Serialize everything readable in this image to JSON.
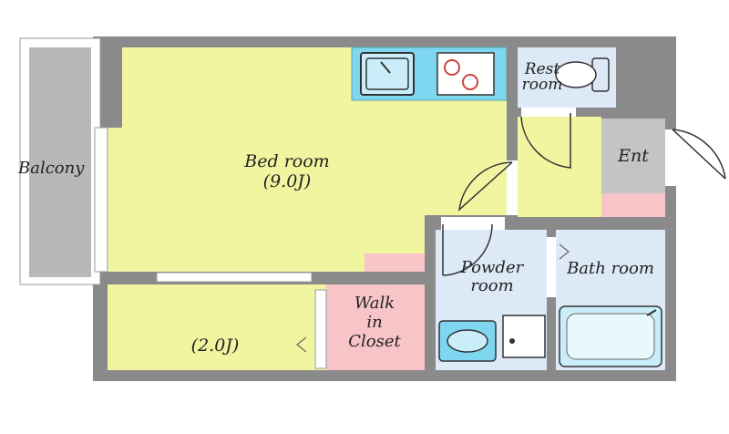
{
  "rooms": {
    "balcony": "Balcony",
    "bedroom": {
      "name": "Bed room",
      "size": "(9.0J)"
    },
    "second_room": {
      "size": "(2.0J)"
    },
    "walk_in_closet": {
      "line1": "Walk",
      "line2": "in",
      "line3": "Closet"
    },
    "rest_room": {
      "line1": "Rest",
      "line2": "room"
    },
    "entrance": "Ent",
    "powder_room": {
      "line1": "Powder",
      "line2": "room"
    },
    "bath_room": "Bath room"
  },
  "colors": {
    "wall": "#8a8a8a",
    "room_yellow": "#f2f5a0",
    "wet_blue": "#dde9f7",
    "closet_pink": "#f7c4c8",
    "entrance_gray": "#c4c4c4",
    "balcony_gray": "#b8b8b8",
    "kitchen_cyan": "#7fd6f0"
  }
}
